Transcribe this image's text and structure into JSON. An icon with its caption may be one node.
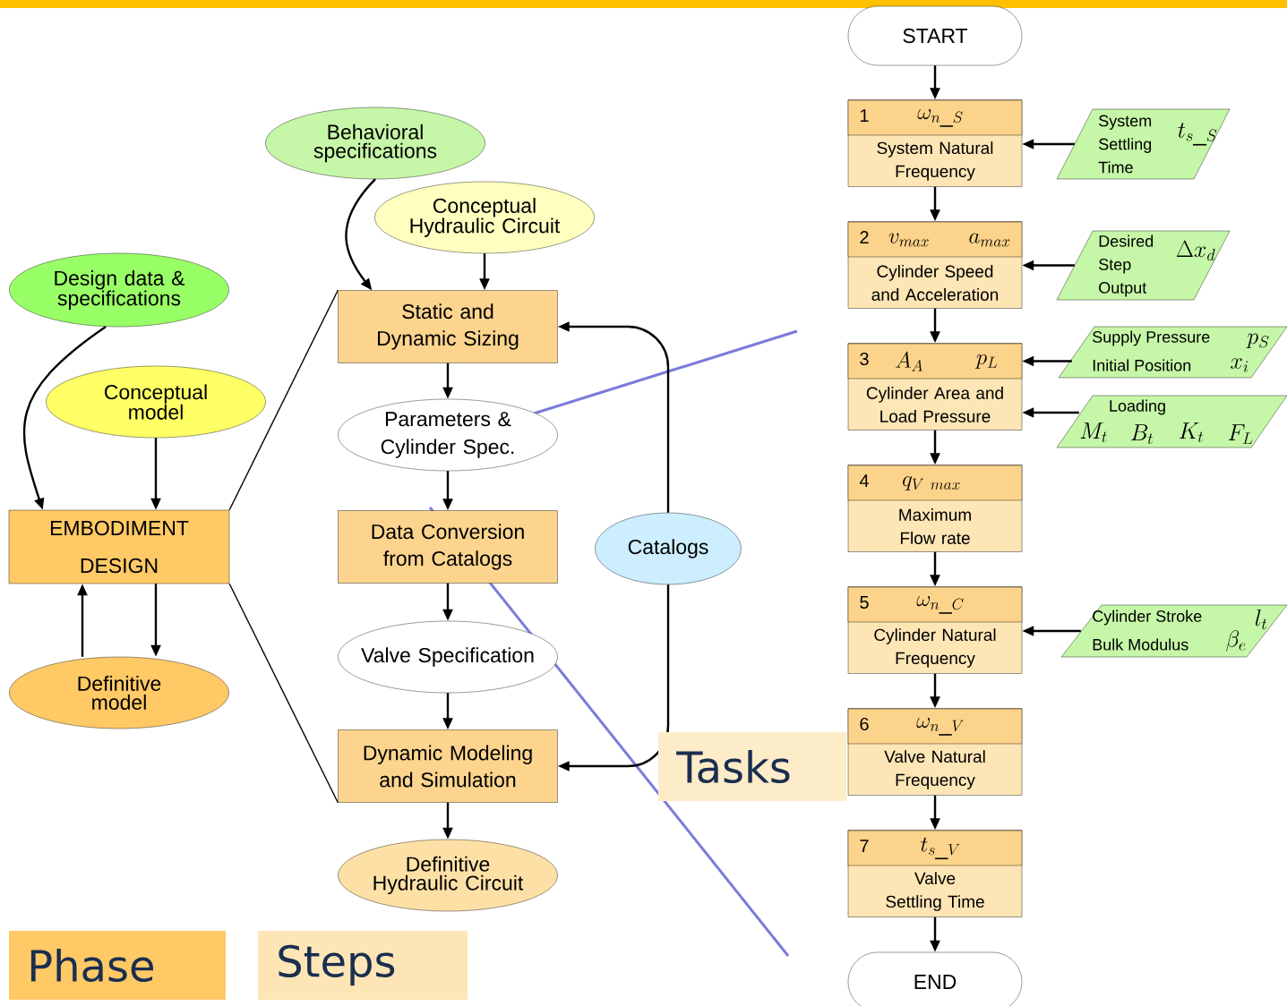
{
  "diagram": {
    "nodes": [
      {
        "text": [
          "Design data & specifications"
        ]
      },
      {
        "text": [
          "Conceptual model"
        ]
      },
      {
        "text": [
          "EMBODIMENT DESIGN"
        ]
      },
      {
        "text": [
          "Definitive model"
        ]
      },
      {
        "text": [
          "Behavioral specifications"
        ]
      },
      {
        "text": [
          "Conceptual Hydraulic Circuit"
        ]
      },
      {
        "text": [
          "Static and Dynamic Sizing"
        ]
      },
      {
        "text": [
          "Parameters & Cylinder Spec."
        ]
      },
      {
        "text": [
          "Data Conversion from Catalogs"
        ]
      },
      {
        "text": [
          "Valve Specification"
        ]
      },
      {
        "text": [
          "Dynamic Modeling and Simulation"
        ]
      },
      {
        "text": [
          "Definitive Hydraulic Circuit"
        ]
      },
      {
        "text": [
          "Catalogs"
        ]
      },
      {
        "text": [
          "START"
        ]
      },
      {
        "text": [
          "1",
          "\\omega_{n\\_S}",
          "System Natural Frequency"
        ]
      },
      {
        "text": [
          "2",
          "v_{max}",
          "a_{max}",
          "Cylinder Speed and Acceleration"
        ]
      },
      {
        "text": [
          "3",
          "A_A",
          "p_L",
          "Cylinder Area and Load Pressure"
        ]
      },
      {
        "text": [
          "4",
          "q_{V\\ max}",
          "Maximum Flow rate"
        ]
      },
      {
        "text": [
          "5",
          "\\omega_{n\\_C}",
          "Cylinder Natural Frequency"
        ]
      },
      {
        "text": [
          "6",
          "\\omega_{n\\_V}",
          "Valve Natural Frequency"
        ]
      },
      {
        "text": [
          "7",
          "t_{s\\_V}",
          "Valve Settling Time"
        ]
      },
      {
        "text": [
          "END"
        ]
      },
      {
        "text": [
          "System Settling Time",
          "t_{s\\_S}"
        ]
      },
      {
        "text": [
          "Desired Step Output",
          "\\Delta x_d"
        ]
      },
      {
        "text": [
          "Supply Pressure",
          "p_S",
          "Initial Position",
          "x_i"
        ]
      },
      {
        "text": [
          "Loading",
          "M_t",
          "B_t",
          "K_t",
          "F_L"
        ]
      },
      {
        "text": [
          "Cylinder Stroke",
          "l_t",
          "Bulk Modulus",
          "\\beta_e"
        ]
      }
    ],
    "edges": [
      {
        "from": 0,
        "to": 2,
        "arrow": "to"
      },
      {
        "from": 1,
        "to": 2,
        "arrow": "to"
      },
      {
        "from": 2,
        "to": 3,
        "arrow": "to"
      },
      {
        "from": 3,
        "to": 2,
        "arrow": "to"
      },
      {
        "from": 2,
        "to": 6,
        "arrow": "none"
      },
      {
        "from": 2,
        "to": 10,
        "arrow": "none"
      },
      {
        "from": 4,
        "to": 6,
        "arrow": "to"
      },
      {
        "from": 5,
        "to": 6,
        "arrow": "to"
      },
      {
        "from": 6,
        "to": 7,
        "arrow": "to"
      },
      {
        "from": 7,
        "to": 8,
        "arrow": "to"
      },
      {
        "from": 8,
        "to": 9,
        "arrow": "to"
      },
      {
        "from": 9,
        "to": 10,
        "arrow": "to"
      },
      {
        "from": 10,
        "to": 11,
        "arrow": "to"
      },
      {
        "from": 12,
        "to": 6,
        "arrow": "to"
      },
      {
        "from": 12,
        "to": 10,
        "arrow": "to"
      },
      {
        "from": 13,
        "to": 14,
        "arrow": "to"
      },
      {
        "from": 14,
        "to": 15,
        "arrow": "to"
      },
      {
        "from": 15,
        "to": 16,
        "arrow": "to"
      },
      {
        "from": 16,
        "to": 17,
        "arrow": "to"
      },
      {
        "from": 17,
        "to": 18,
        "arrow": "to"
      },
      {
        "from": 18,
        "to": 19,
        "arrow": "to"
      },
      {
        "from": 19,
        "to": 20,
        "arrow": "to"
      },
      {
        "from": 20,
        "to": 21,
        "arrow": "to"
      },
      {
        "from": 22,
        "to": 14,
        "arrow": "to"
      },
      {
        "from": 23,
        "to": 15,
        "arrow": "to"
      },
      {
        "from": 24,
        "to": 16,
        "arrow": "to"
      },
      {
        "from": 25,
        "to": 16,
        "arrow": "to"
      },
      {
        "from": 26,
        "to": 18,
        "arrow": "to"
      }
    ],
    "legend": [
      {
        "text": "Phase",
        "color": "#ffc966"
      },
      {
        "text": "Steps",
        "color": "#fde5b5"
      },
      {
        "text": "Tasks",
        "color": "#fdecc8"
      }
    ]
  }
}
